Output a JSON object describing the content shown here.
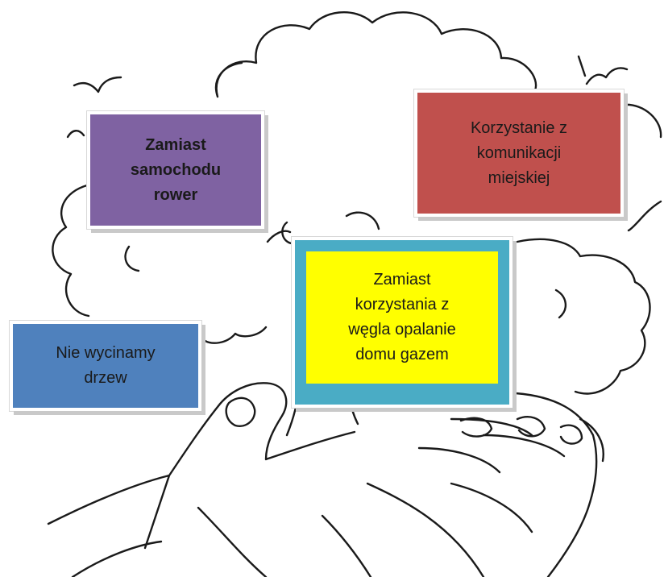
{
  "colors": {
    "purple": "#7f62a2",
    "red": "#c0504d",
    "blue": "#4f81bd",
    "teal": "#4aacc5",
    "yellow": "#ffff00",
    "outline": "#1a1a1a"
  },
  "boxes": {
    "bike": "Zamiast\nsamochodu\nrower",
    "transport": "Korzystanie z\nkomunikacji\nmiejskiej",
    "trees": "Nie wycinamy\ndrzew",
    "coal": "Zamiast\nkorzystania z\nwęgla  opalanie\ndomu gazem"
  }
}
